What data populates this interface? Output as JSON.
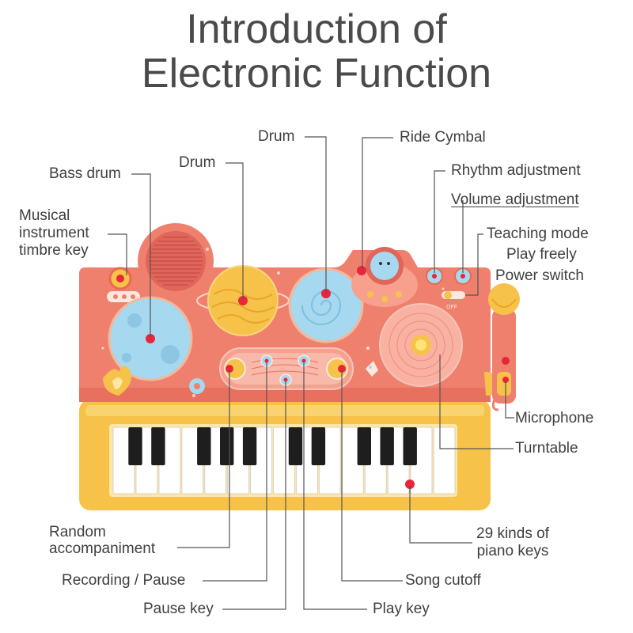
{
  "title": {
    "line1": "Introduction of",
    "line2": "Electronic Function"
  },
  "labels": {
    "drum_top": "Drum",
    "ride_cymbal": "Ride Cymbal",
    "drum_left": "Drum",
    "bass_drum": "Bass drum",
    "rhythm_adjustment": "Rhythm adjustment",
    "volume_adjustment": "Volume adjustment",
    "musical_instrument_line1": "Musical",
    "musical_instrument_line2": "instrument",
    "musical_instrument_line3": "timbre key",
    "teaching_mode": "Teaching mode",
    "play_freely": "Play freely",
    "power_switch": "Power switch",
    "microphone": "Microphone",
    "turntable": "Turntable",
    "random_accompaniment_line1": "Random",
    "random_accompaniment_line2": "accompaniment",
    "piano_keys_line1": "29 kinds of",
    "piano_keys_line2": "piano keys",
    "recording_pause": "Recording / Pause",
    "song_cutoff": "Song cutoff",
    "pause_key": "Pause key",
    "play_key": "Play key"
  },
  "switch_text": "OFF",
  "colors": {
    "body": "#f0806e",
    "keyboard_frame": "#f7c24a",
    "line": "#555555",
    "dot": "#e8253a"
  }
}
